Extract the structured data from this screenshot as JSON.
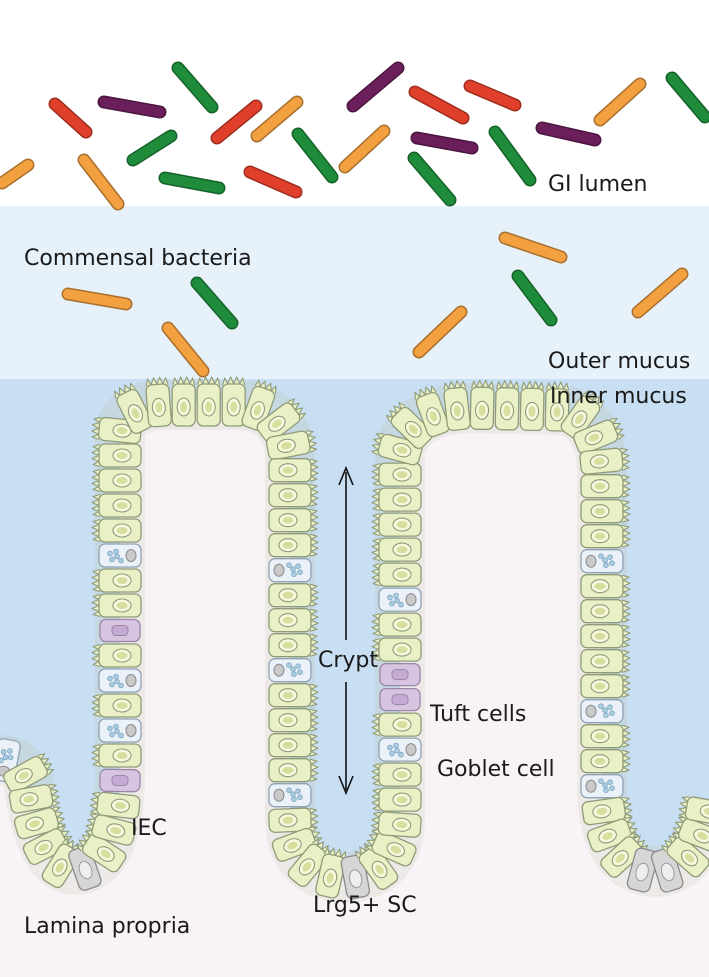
{
  "labels": {
    "lumen": "GI lumen",
    "commensal": "Commensal bacteria",
    "outer_mucus": "Outer mucus",
    "inner_mucus": "Inner mucus",
    "crypt": "Crypt",
    "tuft": "Tuft cells",
    "goblet": "Goblet cell",
    "iec": "IEC",
    "lrg5": "Lrg5+ SC",
    "lamina": "Lamina propria"
  },
  "colors": {
    "lumen": "#ffffff",
    "outer_mucus": "#e6f1fa",
    "inner_mucus": "#c8def2",
    "lamina": "#f9f3f8",
    "enterocyte": "#e9f0c6",
    "goblet": "#eaf1f8",
    "tuft": "#d7c4e0",
    "stem": "#d6d6d6",
    "bacteria_green": "#1e8c3a",
    "bacteria_red": "#e0402b",
    "bacteria_orange": "#f2a040",
    "bacteria_purple": "#6b1f5a"
  }
}
